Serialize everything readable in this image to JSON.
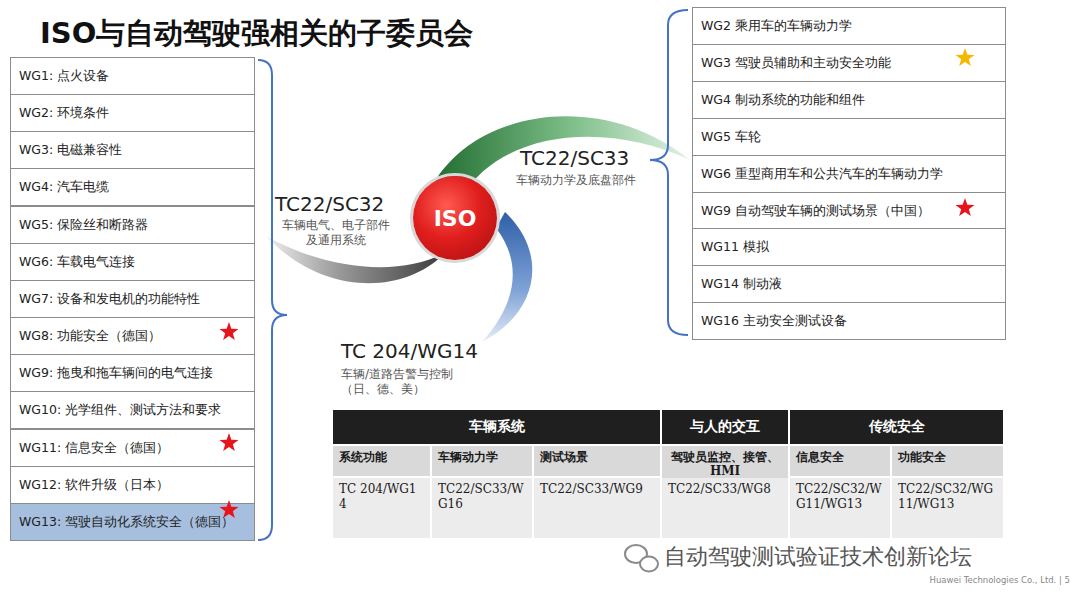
{
  "diagram": {
    "title": "ISO与自动驾驶强相关的子委员会",
    "nodes": [
      {
        "text": [
          "WG1: 点火设备"
        ]
      },
      {
        "text": [
          "WG2: 环境条件"
        ]
      },
      {
        "text": [
          "WG3: 电磁兼容性"
        ]
      },
      {
        "text": [
          "WG4: 汽车电缆"
        ]
      },
      {
        "text": [
          "WG5: 保险丝和断路器"
        ]
      },
      {
        "text": [
          "WG6: 车载电气连接"
        ]
      },
      {
        "text": [
          "WG7: 设备和发电机的功能特性"
        ]
      },
      {
        "text": [
          "WG8: 功能安全（德国）"
        ]
      },
      {
        "text": [
          "WG9: 拖曳和拖车辆间的电气连接"
        ]
      },
      {
        "text": [
          "WG10: 光学组件、测试方法和要求"
        ]
      },
      {
        "text": [
          "WG11: 信息安全（德国）"
        ]
      },
      {
        "text": [
          "WG12: 软件升级（日本）"
        ]
      },
      {
        "text": [
          "WG13: 驾驶自动化系统安全（德国）"
        ]
      },
      {
        "text": [
          "ISO"
        ]
      },
      {
        "text": [
          "WG2 乘用车的车辆动力学"
        ]
      },
      {
        "text": [
          "WG3 驾驶员辅助和主动安全功能"
        ]
      },
      {
        "text": [
          "WG4 制动系统的功能和组件"
        ]
      },
      {
        "text": [
          "WG5 车轮"
        ]
      },
      {
        "text": [
          "WG6 重型商用车和公共汽车的车辆动力学"
        ]
      },
      {
        "text": [
          "WG9 自动驾驶车辆的测试场景（中国）"
        ]
      },
      {
        "text": [
          "WG11 模拟"
        ]
      },
      {
        "text": [
          "WG14 制动液"
        ]
      },
      {
        "text": [
          "WG16 主动安全测试设备"
        ]
      }
    ],
    "labels": [
      "TC22/SC33",
      "车辆动力学及底盘部件",
      "TC22/SC32",
      "车辆电气、电子部件 及通用系统",
      "TC 204/WG14",
      "车辆/道路告警与控制",
      "（日、德、美）",
      "车辆系统",
      "与人的交互",
      "传统安全",
      "系统功能",
      "车辆动力学",
      "测试场景",
      "驾驶员监控、接管、HMI",
      "信息安全",
      "功能安全",
      "TC 204/WG14",
      "TC22/SC33/WG16",
      "TC22/SC33/WG9",
      "TC22/SC33/WG8",
      "TC22/SC32/WG11/WG13",
      "TC22/SC32/WG11/WG13",
      "自动驾驶测试验证技术创新论坛",
      "Huawei Technologies Co., Ltd. | 5"
    ]
  }
}
